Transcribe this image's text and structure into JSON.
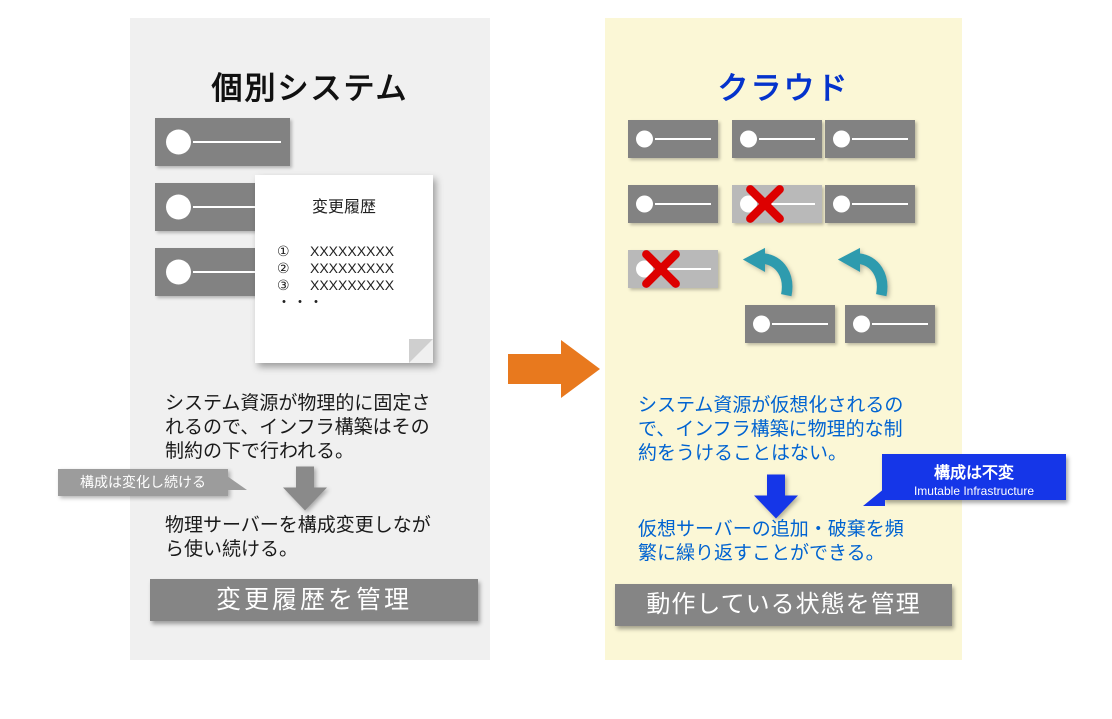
{
  "colors": {
    "left_panel_bg": "#F0F0F0",
    "right_panel_bg": "#FBF7D6",
    "server_gray": "#828282",
    "dead_server_gray": "#B9B9B9",
    "cross_red": "#DD0000",
    "teal_arrow": "#2E9BAE",
    "orange_arrow": "#E8791E",
    "blue_title": "#0433CC",
    "blue_text": "#0063D1",
    "blue_accent": "#1536E8",
    "banner_gray": "#858585",
    "bubble_gray": "#9C9C9C"
  },
  "left_panel": {
    "title": "個別システム",
    "note": {
      "title": "変更履歴",
      "items": [
        {
          "num": "①",
          "text": "XXXXXXXXX"
        },
        {
          "num": "②",
          "text": "XXXXXXXXX"
        },
        {
          "num": "③",
          "text": "XXXXXXXXX"
        }
      ],
      "more": "・・・"
    },
    "paragraph1": "システム資源が物理的に固定さ\nれるので、インフラ構築はその\n制約の下で行われる。",
    "callout": "構成は変化し続ける",
    "paragraph2": "物理サーバーを構成変更しなが\nら使い続ける。",
    "banner": "変更履歴を管理"
  },
  "right_panel": {
    "title": "クラウド",
    "paragraph1": "システム資源が仮想化されるの\nで、インフラ構築に物理的な制\n約をうけることはない。",
    "callout": {
      "title": "構成は不変",
      "subtitle": "Imutable Infrastructure"
    },
    "paragraph2": "仮想サーバーの追加・破棄を頻\n繁に繰り返すことができる。",
    "banner": "動作している状態を管理"
  },
  "icons": {
    "server": "server-bar-icon",
    "failed_server": "red-x-icon",
    "reuse_arrow": "teal-curve-arrow-icon",
    "transition_arrow": "orange-right-arrow-icon",
    "left_process_arrow": "gray-down-arrow-icon",
    "right_process_arrow": "blue-down-arrow-icon",
    "note_fold": "folded-corner-icon"
  }
}
